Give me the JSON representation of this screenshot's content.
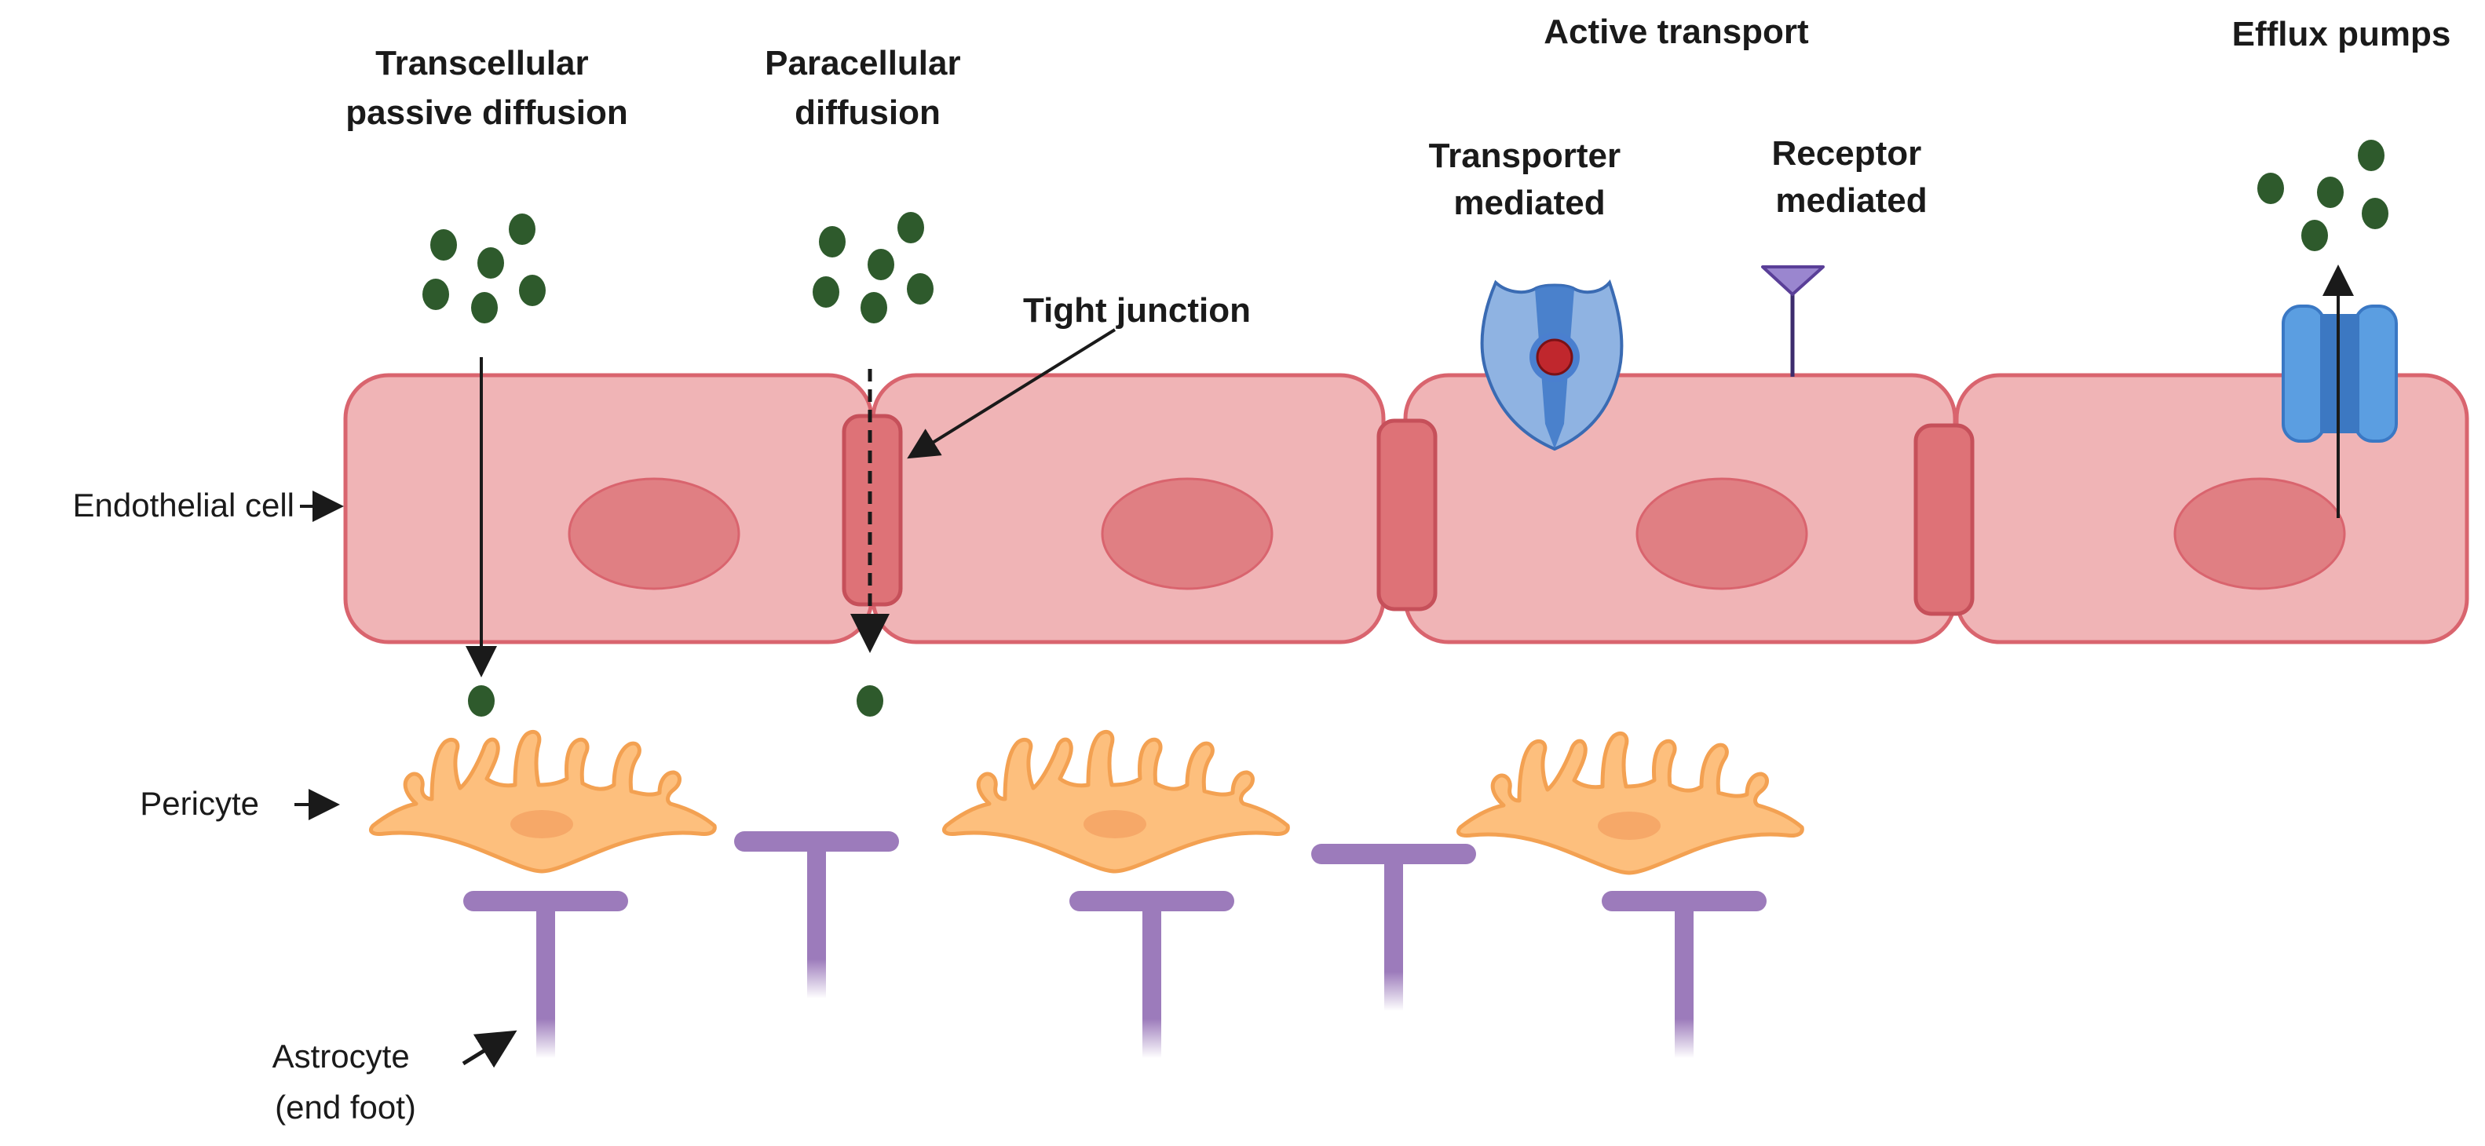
{
  "headings": {
    "transcellular": [
      "Transcellular",
      "passive diffusion"
    ],
    "paracellular": [
      "Paracellular",
      "diffusion"
    ],
    "active_transport": "Active transport",
    "transporter_mediated": [
      "Transporter",
      "mediated"
    ],
    "receptor_mediated": [
      "Receptor",
      "mediated"
    ],
    "efflux_pumps": "Efflux pumps",
    "tight_junction": "Tight junction"
  },
  "side_labels": {
    "endothelial_cell": "Endothelial cell",
    "pericyte": "Pericyte",
    "astrocyte": [
      "Astrocyte",
      "(end foot)"
    ]
  },
  "colors": {
    "molecule": "#2e5a2c",
    "cell_fill": "#f0b4b6",
    "cell_stroke": "#d9646e",
    "nucleus": "#e07f83",
    "junction": "#de7277",
    "pericyte": "#fdbf7d",
    "pericyte_stroke": "#f3a152",
    "astrocyte": "#9c7bbb",
    "transporter": "#6e9fd9",
    "receptor": "#7d62b0",
    "pump": "#5b9ee1",
    "cargo": "#c0272d",
    "arrow": "#1a1a1a"
  }
}
